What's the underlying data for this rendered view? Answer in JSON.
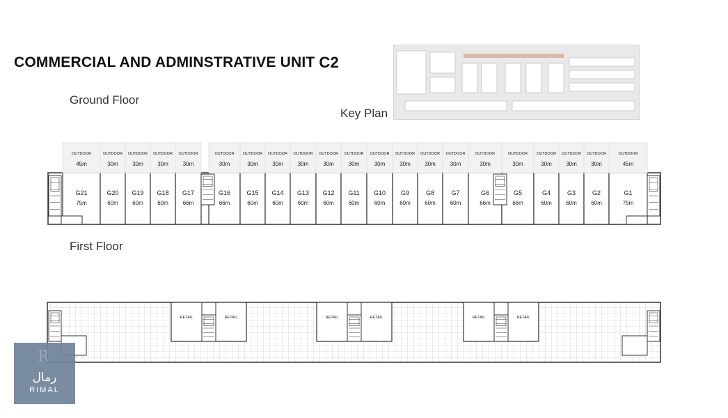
{
  "title": {
    "main": "COMMERCIAL AND ADMINSTRATIVE UNIT",
    "unit": "C2"
  },
  "labels": {
    "ground_floor": "Ground Floor",
    "first_floor": "First Floor",
    "key_plan": "Key Plan"
  },
  "outdoor_label": "OUTDOOR",
  "retail_label": "RETAIL",
  "ground_units": [
    {
      "id": "G21",
      "area": "75m",
      "outdoor": "45m"
    },
    {
      "id": "G20",
      "area": "60m",
      "outdoor": "30m"
    },
    {
      "id": "G19",
      "area": "60m",
      "outdoor": "30m"
    },
    {
      "id": "G18",
      "area": "60m",
      "outdoor": "30m"
    },
    {
      "id": "G17",
      "area": "66m",
      "outdoor": "30m"
    },
    {
      "id": "G16",
      "area": "66m",
      "outdoor": "30m"
    },
    {
      "id": "G15",
      "area": "60m",
      "outdoor": "30m"
    },
    {
      "id": "G14",
      "area": "60m",
      "outdoor": "30m"
    },
    {
      "id": "G13",
      "area": "60m",
      "outdoor": "30m"
    },
    {
      "id": "G12",
      "area": "60m",
      "outdoor": "30m"
    },
    {
      "id": "G11",
      "area": "60m",
      "outdoor": "30m"
    },
    {
      "id": "G10",
      "area": "60m",
      "outdoor": "30m"
    },
    {
      "id": "G9",
      "area": "60m",
      "outdoor": "30m"
    },
    {
      "id": "G8",
      "area": "60m",
      "outdoor": "30m"
    },
    {
      "id": "G7",
      "area": "60m",
      "outdoor": "30m"
    },
    {
      "id": "G6",
      "area": "66m",
      "outdoor": "30m"
    },
    {
      "id": "G5",
      "area": "66m",
      "outdoor": "30m"
    },
    {
      "id": "G4",
      "area": "60m",
      "outdoor": "30m"
    },
    {
      "id": "G3",
      "area": "60m",
      "outdoor": "30m"
    },
    {
      "id": "G2",
      "area": "60m",
      "outdoor": "30m"
    },
    {
      "id": "G1",
      "area": "75m",
      "outdoor": "45m"
    }
  ],
  "watermark": {
    "arabic": "رمال",
    "latin": "RIMAL",
    "letter": "R"
  },
  "colors": {
    "line": "#333333",
    "grid": "#bdbdbd",
    "outdoor_fill": "#f2f2f2",
    "watermark": "#6f839a"
  }
}
